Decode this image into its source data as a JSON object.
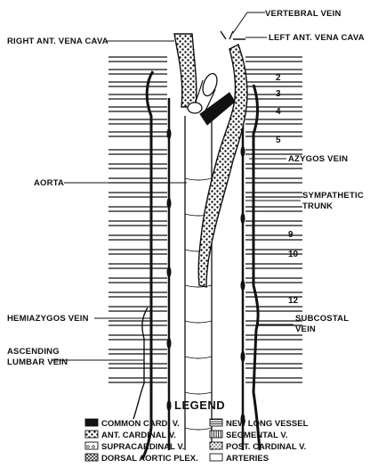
{
  "labels": {
    "vertebral_vein": "VERTEBRAL VEIN",
    "right_ant_vena_cava": "RIGHT ANT. VENA CAVA",
    "left_ant_vena_cava": "LEFT ANT. VENA CAVA",
    "azygos_vein": "AZYGOS VEIN",
    "aorta": "AORTA",
    "sympathetic_trunk_1": "SYMPATHETIC",
    "sympathetic_trunk_2": "TRUNK",
    "hemiazygos_vein": "HEMIAZYGOS VEIN",
    "subcostal_vein_1": "SUBCOSTAL",
    "subcostal_vein_2": "VEIN",
    "ascending_lumbar_vein_1": "ASCENDING",
    "ascending_lumbar_vein_2": "LUMBAR VEIN"
  },
  "segment_numbers": [
    "2",
    "3",
    "4",
    "5",
    "9",
    "10",
    "12"
  ],
  "legend": {
    "title": "LEGEND",
    "items": [
      {
        "label": "COMMON CARD. V.",
        "pattern": "solid"
      },
      {
        "label": "NEW LONG VESSEL",
        "pattern": "lines"
      },
      {
        "label": "ANT. CARDINAL V.",
        "pattern": "coarse-dots"
      },
      {
        "label": "SEGMENTAL V.",
        "pattern": "vertical-lines"
      },
      {
        "label": "SUPRACARDINAL V.",
        "pattern": "open-dots"
      },
      {
        "label": "POST. CARDINAL V.",
        "pattern": "fine-dots"
      },
      {
        "label": "DORSAL AORTIC PLEX.",
        "pattern": "cross-hatch"
      },
      {
        "label": "ARTERIES",
        "pattern": "open"
      }
    ]
  },
  "colors": {
    "ink": "#111111",
    "paper": "#ffffff"
  }
}
